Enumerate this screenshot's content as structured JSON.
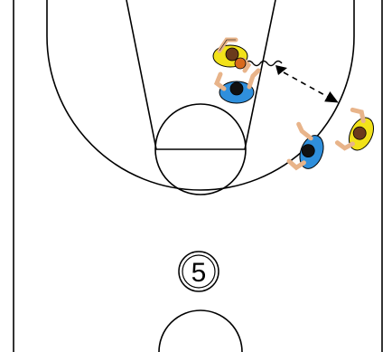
{
  "diagram": {
    "step_number": "5",
    "colors": {
      "court_background": "#ffffff",
      "court_lines": "#000000",
      "offense_jersey": "#f2e21a",
      "defense_jersey": "#2f8fdc",
      "skin": "#e8b48a",
      "hair_offense": "#6b3a1c",
      "hair_defense": "#111111",
      "ball": "#d86a1e",
      "arrow": "#000000"
    },
    "players": [
      {
        "name": "offense-player-ball-handler",
        "team": "offense",
        "has_ball": true
      },
      {
        "name": "defense-player-on-ball",
        "team": "defense",
        "has_ball": false
      },
      {
        "name": "defense-player-wing",
        "team": "defense",
        "has_ball": false
      },
      {
        "name": "offense-player-wing",
        "team": "offense",
        "has_ball": false
      }
    ],
    "actions": [
      {
        "type": "dribble",
        "from": "offense-player-ball-handler"
      },
      {
        "type": "pass",
        "to": "offense-player-wing"
      }
    ]
  }
}
